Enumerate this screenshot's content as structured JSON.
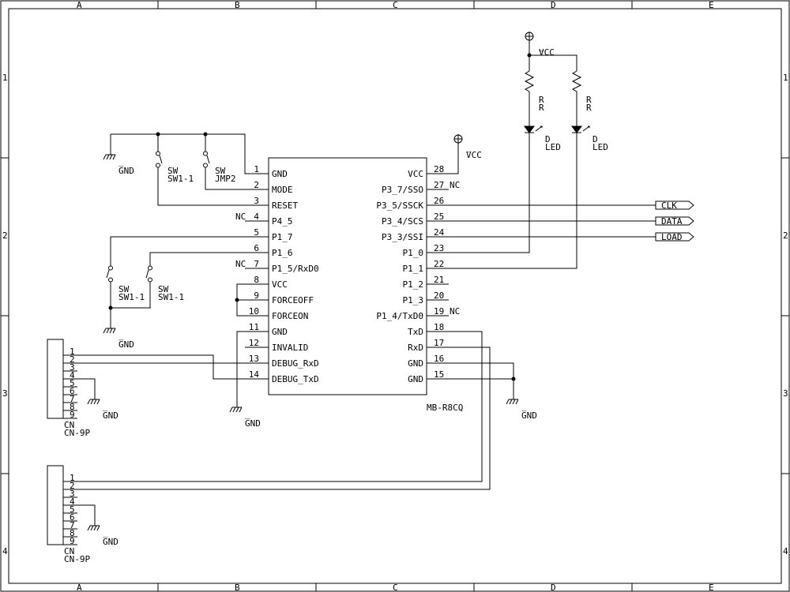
{
  "frame": {
    "cols": [
      "A",
      "B",
      "C",
      "D",
      "E"
    ],
    "rows": [
      "1",
      "2",
      "3",
      "4"
    ]
  },
  "chip": {
    "ref": "MB-R8CQ",
    "left_pins": [
      {
        "num": "1",
        "name": "GND"
      },
      {
        "num": "2",
        "name": "MODE"
      },
      {
        "num": "3",
        "name": "RESET"
      },
      {
        "num": "4",
        "name": "P4_5",
        "nc": "NC"
      },
      {
        "num": "5",
        "name": "P1_7"
      },
      {
        "num": "6",
        "name": "P1_6"
      },
      {
        "num": "7",
        "name": "P1_5/RxD0",
        "nc": "NC"
      },
      {
        "num": "8",
        "name": "VCC"
      },
      {
        "num": "9",
        "name": "FORCEOFF"
      },
      {
        "num": "10",
        "name": "FORCEON"
      },
      {
        "num": "11",
        "name": "GND"
      },
      {
        "num": "12",
        "name": "INVALID"
      },
      {
        "num": "13",
        "name": "DEBUG_RxD"
      },
      {
        "num": "14",
        "name": "DEBUG_TxD"
      }
    ],
    "right_pins": [
      {
        "num": "28",
        "name": "VCC"
      },
      {
        "num": "27",
        "name": "P3_7/SSO",
        "nc": "NC"
      },
      {
        "num": "26",
        "name": "P3_5/SSCK"
      },
      {
        "num": "25",
        "name": "P3_4/SCS"
      },
      {
        "num": "24",
        "name": "P3_3/SSI"
      },
      {
        "num": "23",
        "name": "P1_0"
      },
      {
        "num": "22",
        "name": "P1_1"
      },
      {
        "num": "21",
        "name": "P1_2"
      },
      {
        "num": "20",
        "name": "P1_3"
      },
      {
        "num": "19",
        "name": "P1_4/TxD0",
        "nc": "NC"
      },
      {
        "num": "18",
        "name": "TxD"
      },
      {
        "num": "17",
        "name": "RxD"
      },
      {
        "num": "16",
        "name": "GND"
      },
      {
        "num": "15",
        "name": "GND"
      }
    ]
  },
  "labels": {
    "bar": "_",
    "vcc": "VCC",
    "gnd": "GND",
    "sw": "SW",
    "sw1": "SW1-1",
    "jmp": "JMP2",
    "r": "R",
    "d": "D",
    "led": "LED",
    "cn": "CN",
    "cn9p": "CN-9P"
  },
  "ports": [
    "CLK",
    "DATA",
    "LOAD"
  ],
  "connector_pins": [
    "1",
    "2",
    "3",
    "4",
    "5",
    "6",
    "7",
    "8",
    "9"
  ]
}
